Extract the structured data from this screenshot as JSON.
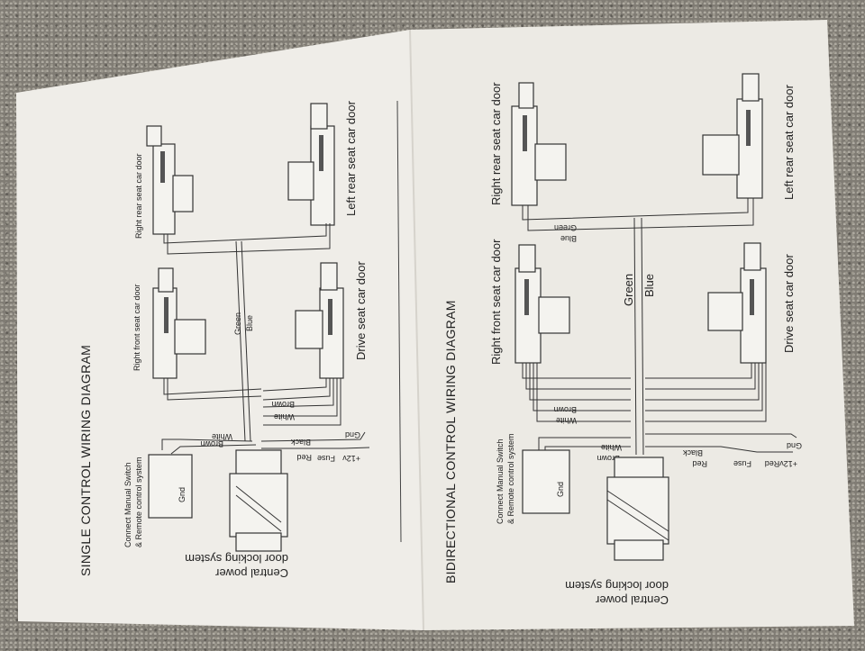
{
  "left_panel": {
    "title": "SINGLE CONTROL WIRING DIAGRAM",
    "central": [
      "Central power",
      "door locking system"
    ],
    "connect": [
      "Connect Manual Switch",
      "& Remote control system"
    ],
    "gnd": "Gnd",
    "doors": {
      "right_rear": "Right rear seat car door",
      "left_rear": "Left rear seat car door",
      "right_front": "Right front seat car door",
      "drive": "Drive seat car door"
    },
    "wires": [
      "Green",
      "Blue",
      "Brown",
      "White",
      "Black",
      "Red",
      "+12v",
      "Fuse",
      "Gnd",
      "Brown",
      "White"
    ]
  },
  "right_panel": {
    "title": "BIDIRECTIONAL CONTROL WIRING DIAGRAM",
    "central": [
      "Central power",
      "door locking system"
    ],
    "connect": [
      "Connect Manual Switch",
      "& Remote control system"
    ],
    "gnd": "Gnd",
    "doors": {
      "right_rear": "Right rear seat car door",
      "left_rear": "Left rear seat car door",
      "right_front": "Right front seat car door",
      "drive": "Drive seat car door"
    },
    "wires": [
      "Green",
      "Blue",
      "Brown",
      "White",
      "Black",
      "Red",
      "+12vRed",
      "Fuse",
      "Gnd",
      "Brown",
      "White",
      "Green",
      "Blue"
    ]
  }
}
